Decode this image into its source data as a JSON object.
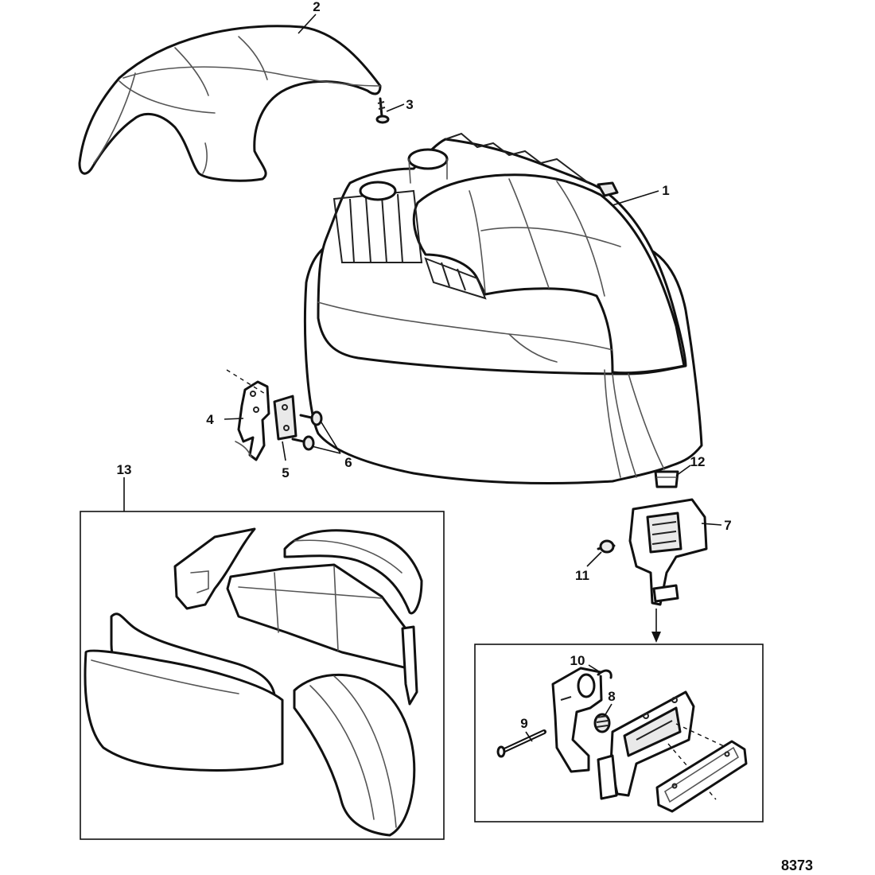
{
  "callouts": {
    "c1": "1",
    "c2": "2",
    "c3": "3",
    "c4": "4",
    "c5": "5",
    "c6": "6",
    "c7": "7",
    "c8": "8",
    "c9": "9",
    "c10": "10",
    "c11": "11",
    "c12": "12",
    "c13": "13"
  },
  "figure_number": "8373",
  "colors": {
    "line": "#111111",
    "shading": "#e9e9e9",
    "background": "#ffffff"
  }
}
